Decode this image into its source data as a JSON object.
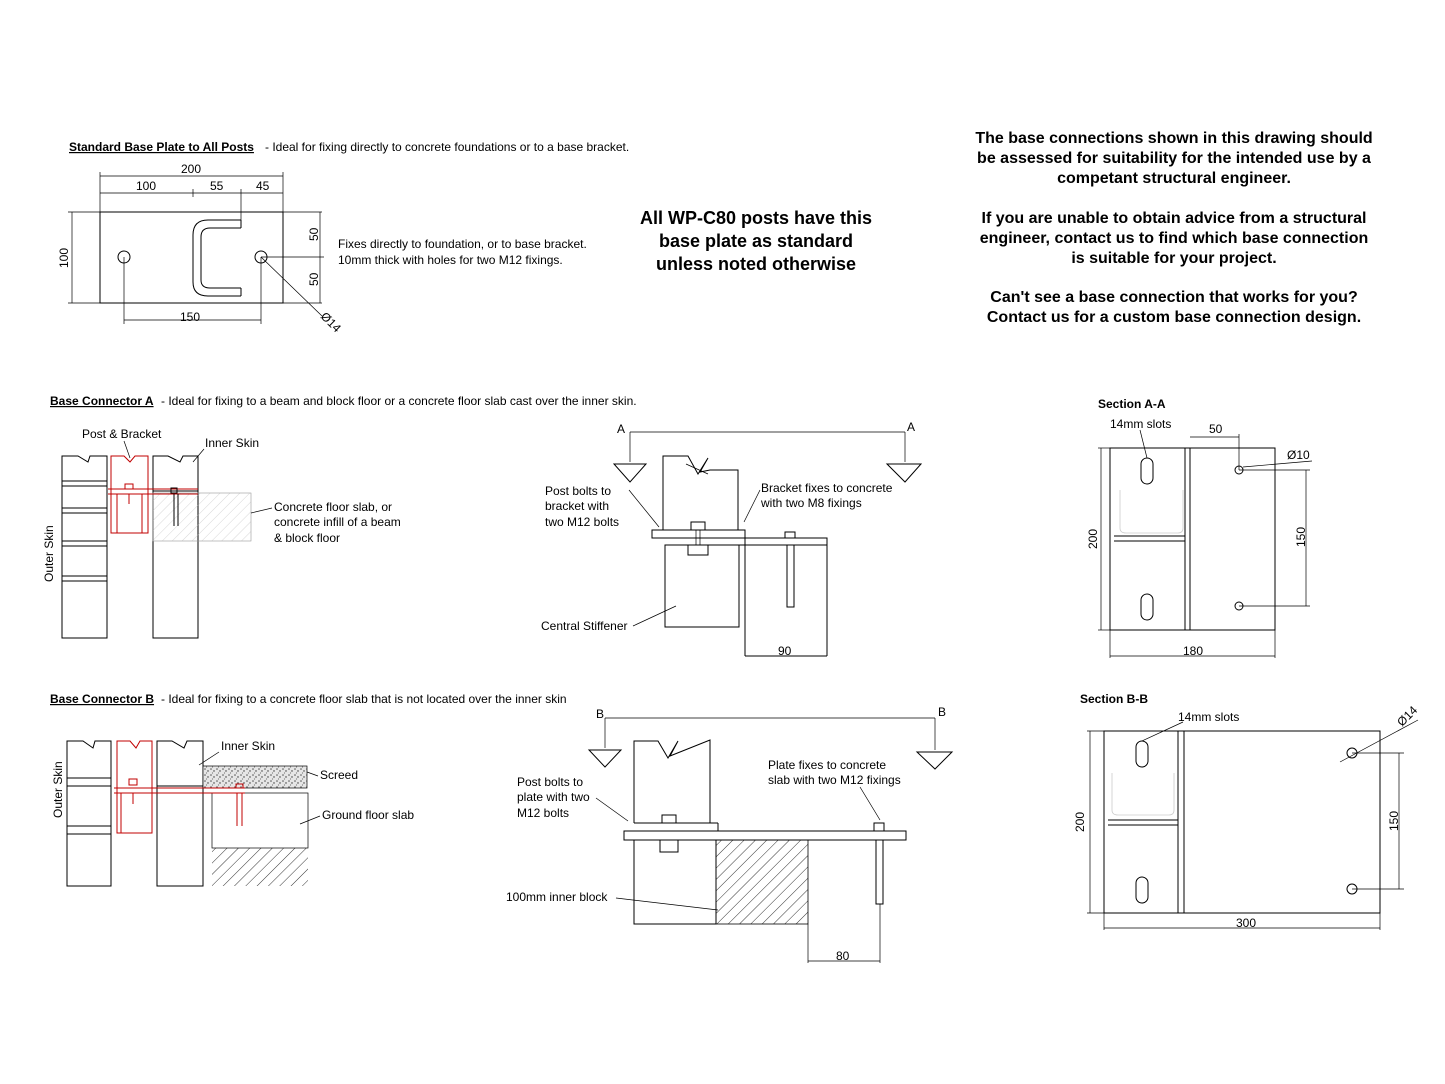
{
  "standard": {
    "title": "Standard Base Plate to All Posts",
    "desc": " - Ideal for fixing directly to concrete foundations or to a base bracket.",
    "dims": {
      "w200": "200",
      "w100": "100",
      "w55": "55",
      "w45": "45",
      "h100": "100",
      "h50a": "50",
      "h50b": "50",
      "w150": "150",
      "dia": "Ø14"
    },
    "note_line1": "Fixes directly to foundation, or to base bracket.",
    "note_line2": "10mm thick with holes for two M12 fixings."
  },
  "center_note": [
    "All WP-C80 posts have this",
    "base plate as standard",
    "unless noted otherwise"
  ],
  "right_note": [
    "The base connections shown in this drawing should",
    "be assessed for suitability for the intended use by a",
    "competant structural engineer.",
    "If you are unable to obtain advice from a structural",
    "engineer, contact us to find which base connection",
    "is suitable for your project.",
    "Can't see a base connection that works for you?",
    "Contact us for a custom base connection design."
  ],
  "connA": {
    "title": "Base Connector A",
    "desc": " - Ideal for fixing to a beam and block floor or a concrete floor slab cast over the inner skin.",
    "post_bracket": "Post & Bracket",
    "inner_skin": "Inner Skin",
    "outer_skin": "Outer Skin",
    "slab": [
      "Concrete floor slab, or",
      "concrete infill of a beam",
      "& block floor"
    ],
    "sec_mark": "A",
    "post_bolts": [
      "Post bolts to",
      "bracket with",
      "two M12 bolts"
    ],
    "bracket_fixes": [
      "Bracket fixes to concrete",
      "with two M8 fixings"
    ],
    "stiffener": "Central Stiffener",
    "dim90": "90",
    "section": "Section A-A",
    "slots": "14mm slots",
    "d50": "50",
    "d10": "Ø10",
    "d200": "200",
    "d150": "150",
    "d180": "180"
  },
  "connB": {
    "title": "Base Connector B",
    "desc": " - Ideal for fixing to a concrete floor slab that is not located over the inner skin",
    "inner_skin": "Inner Skin",
    "outer_skin": "Outer Skin",
    "screed": "Screed",
    "ground": "Ground floor slab",
    "sec_mark": "B",
    "post_bolts": [
      "Post bolts to",
      "plate with two",
      "M12 bolts"
    ],
    "plate_fixes": [
      "Plate fixes to concrete",
      "slab with two M12 fixings"
    ],
    "inner_block": "100mm inner block",
    "dim80": "80",
    "section": "Section B-B",
    "slots": "14mm slots",
    "d14": "Ø14",
    "d200": "200",
    "d150": "150",
    "d300": "300"
  }
}
